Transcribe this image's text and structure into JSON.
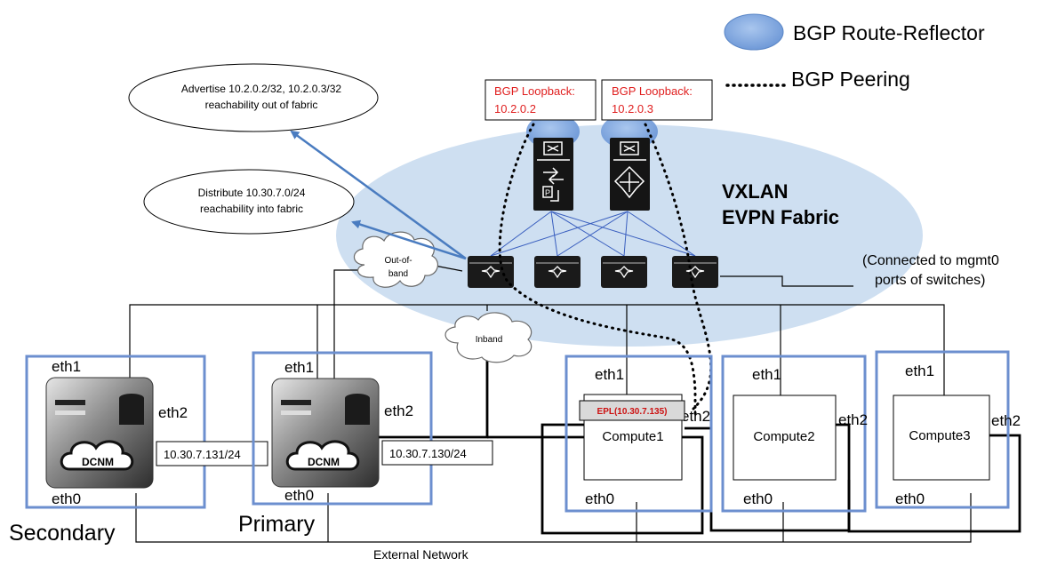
{
  "legend": {
    "route_reflector": "BGP Route-Reflector",
    "peering": "BGP Peering"
  },
  "loopbacks": [
    {
      "label": "BGP Loopback:",
      "ip": "10.2.0.2"
    },
    {
      "label": "BGP Loopback:",
      "ip": "10.2.0.3"
    }
  ],
  "callouts": {
    "advertise": [
      "Advertise 10.2.0.2/32, 10.2.0.3/32",
      "reachability out of fabric"
    ],
    "distribute": [
      "Distribute 10.30.7.0/24",
      "reachability into fabric"
    ]
  },
  "fabric": [
    "VXLAN",
    "EVPN Fabric"
  ],
  "clouds": {
    "oob": [
      "Out-of-",
      "band"
    ],
    "inband": "Inband"
  },
  "mgmt_note": [
    "(Connected to mgmt0",
    "ports of switches)"
  ],
  "dcnm": [
    {
      "role": "Secondary",
      "ip": "10.30.7.131/24",
      "logo": "DCNM",
      "eth1": "eth1",
      "eth2": "eth2",
      "eth0": "eth0"
    },
    {
      "role": "Primary",
      "ip": "10.30.7.130/24",
      "logo": "DCNM",
      "eth1": "eth1",
      "eth2": "eth2",
      "eth0": "eth0"
    }
  ],
  "computes": [
    {
      "name": "Compute1",
      "eth1": "eth1",
      "eth2": "eth2",
      "eth0": "eth0"
    },
    {
      "name": "Compute2",
      "eth1": "eth1",
      "eth2": "eth2",
      "eth0": "eth0"
    },
    {
      "name": "Compute3",
      "eth1": "eth1",
      "eth2": "eth2",
      "eth0": "eth0"
    }
  ],
  "epl": "EPL(10.30.7.135)",
  "external_network": "External Network",
  "colors": {
    "fabric_fill": "#c9dcef",
    "rr_fill": "#7fa7dd",
    "box_border": "#6c8fcf",
    "arrow": "#4a7cc0",
    "loopback_text": "#e02020",
    "epl_text": "#cc1111"
  }
}
